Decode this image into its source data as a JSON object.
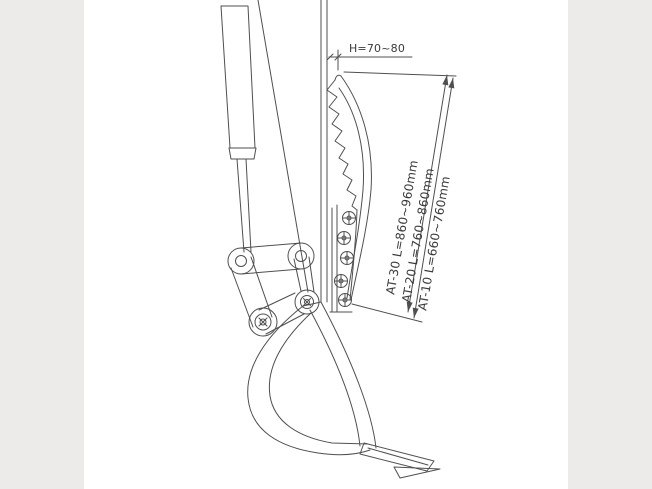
{
  "page": {
    "background_color": "#ecebe9",
    "canvas_color": "#ffffff",
    "line_color": "#4f4f4f",
    "text_color": "#3a3a3a"
  },
  "drawing": {
    "dimension_h": "H=70~80",
    "labels": {
      "at30": "AT-30 L=860~960mm",
      "at20": "AT-20 L=760~860mm",
      "at10": "AT-10 L=660~760mm"
    }
  }
}
